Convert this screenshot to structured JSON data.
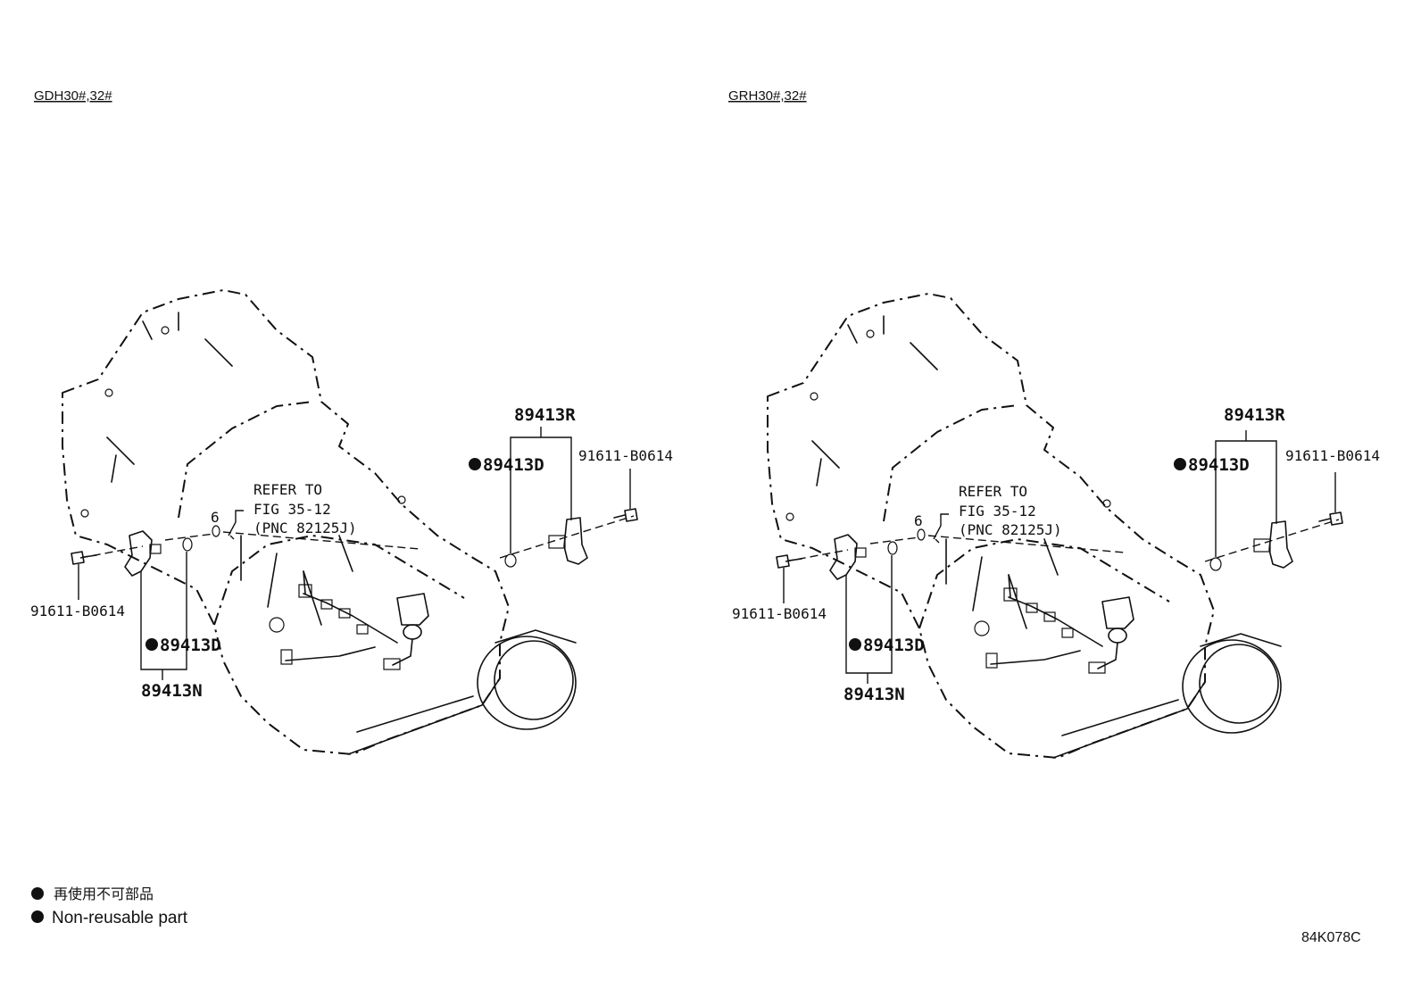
{
  "left": {
    "model": "GDH30#,32#",
    "labels": {
      "r": "89413R",
      "d_right": "89413D",
      "bolt_right": "91611-B0614",
      "bolt_left": "91611-B0614",
      "d_left": "89413D",
      "n": "89413N",
      "refer1": "REFER TO",
      "refer2": "FIG 35-12",
      "refer3": "(PNC 82125J)",
      "six": "6"
    }
  },
  "right": {
    "model": "GRH30#,32#",
    "labels": {
      "r": "89413R",
      "d_right": "89413D",
      "bolt_right": "91611-B0614",
      "bolt_left": "91611-B0614",
      "d_left": "89413D",
      "n": "89413N",
      "refer1": "REFER TO",
      "refer2": "FIG 35-12",
      "refer3": "(PNC 82125J)",
      "six": "6"
    }
  },
  "legend": {
    "japanese": "再使用不可部品",
    "english": "Non-reusable part"
  },
  "figure_code": "84K078C"
}
